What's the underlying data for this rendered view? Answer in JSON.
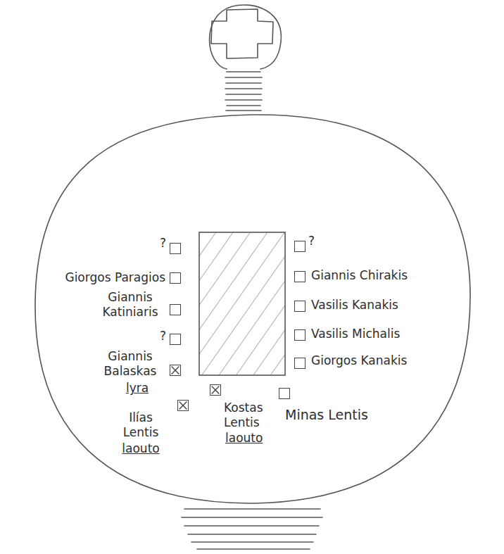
{
  "diagram": {
    "nodes": [
      {
        "text": [
          "?"
        ]
      },
      {
        "text": [
          "?"
        ]
      },
      {
        "text": [
          "Giorgos Paragios"
        ]
      },
      {
        "text": [
          "Giannis Chirakis"
        ]
      },
      {
        "text": [
          "Giannis Katiniaris"
        ]
      },
      {
        "text": [
          "Vasilis Kanakis"
        ]
      },
      {
        "text": [
          "?"
        ]
      },
      {
        "text": [
          "Vasilis Michalis"
        ]
      },
      {
        "text": [
          "Giannis Balaskas",
          "lyra"
        ]
      },
      {
        "text": [
          "Giorgos Kanakis"
        ]
      },
      {
        "text": [
          "Kostas Lentis",
          "laouto"
        ]
      },
      {
        "text": [
          "Minas Lentis"
        ]
      },
      {
        "text": [
          "Ilías Lentis",
          "laouto"
        ]
      }
    ]
  }
}
